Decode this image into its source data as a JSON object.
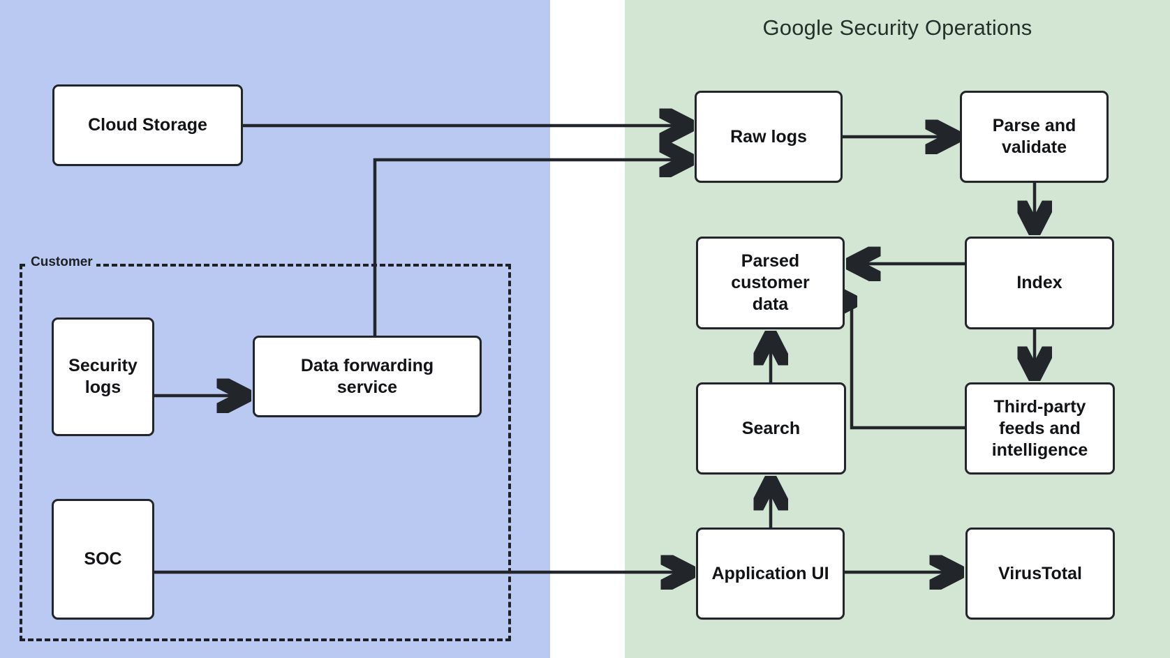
{
  "diagram": {
    "title_left_zone": "Customer",
    "panels": {
      "customer": {
        "fill": "#b9c9f2"
      },
      "google_security_operations": {
        "label": "Google Security Operations",
        "fill": "#d3e6d4"
      }
    },
    "node_fill": "#ffffff",
    "stroke": "#22252a"
  },
  "nodes": {
    "cloud_storage": "Cloud Storage",
    "security_logs": "Security\nlogs",
    "security_logs_line1": "Security",
    "security_logs_line2": "logs",
    "data_forwarding_line1": "Data forwarding",
    "data_forwarding_line2": "service",
    "soc": "SOC",
    "raw_logs": "Raw logs",
    "parse_validate_line1": "Parse and",
    "parse_validate_line2": "validate",
    "parsed_customer_line1": "Parsed",
    "parsed_customer_line2": "customer",
    "parsed_customer_line3": "data",
    "index": "Index",
    "search": "Search",
    "third_party_line1": "Third-party",
    "third_party_line2": "feeds and",
    "third_party_line3": "intelligence",
    "application_ui": "Application UI",
    "virustotal": "VirusTotal"
  },
  "edges": [
    {
      "from": "Cloud Storage",
      "to": "Raw logs",
      "style": "straight-arrow"
    },
    {
      "from": "Data forwarding service",
      "to": "Raw logs",
      "style": "elbow-arrow"
    },
    {
      "from": "Security logs",
      "to": "Data forwarding service",
      "style": "straight-arrow"
    },
    {
      "from": "SOC",
      "to": "Application UI",
      "style": "straight-arrow"
    },
    {
      "from": "Raw logs",
      "to": "Parse and validate",
      "style": "straight-arrow"
    },
    {
      "from": "Parse and validate",
      "to": "Index",
      "style": "straight-arrow"
    },
    {
      "from": "Index",
      "to": "Parsed customer data",
      "style": "straight-arrow"
    },
    {
      "from": "Index",
      "to": "Third-party feeds and intelligence",
      "style": "straight-arrow"
    },
    {
      "from": "Third-party feeds and intelligence",
      "to": "Parsed customer data",
      "style": "elbow-arrow"
    },
    {
      "from": "Search",
      "to": "Parsed customer data",
      "style": "straight-arrow"
    },
    {
      "from": "Application UI",
      "to": "Search",
      "style": "straight-arrow"
    },
    {
      "from": "Application UI",
      "to": "VirusTotal",
      "style": "straight-arrow"
    }
  ]
}
